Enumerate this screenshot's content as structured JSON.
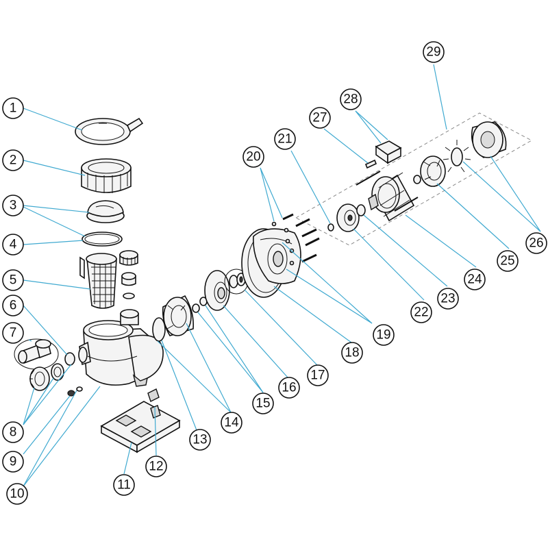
{
  "callouts": [
    {
      "id": "1",
      "label": "1"
    },
    {
      "id": "2",
      "label": "2"
    },
    {
      "id": "3",
      "label": "3"
    },
    {
      "id": "4",
      "label": "4"
    },
    {
      "id": "5",
      "label": "5"
    },
    {
      "id": "6",
      "label": "6"
    },
    {
      "id": "7",
      "label": "7"
    },
    {
      "id": "8",
      "label": "8"
    },
    {
      "id": "9",
      "label": "9"
    },
    {
      "id": "10",
      "label": "10"
    },
    {
      "id": "11",
      "label": "11"
    },
    {
      "id": "12",
      "label": "12"
    },
    {
      "id": "13",
      "label": "13"
    },
    {
      "id": "14",
      "label": "14"
    },
    {
      "id": "15",
      "label": "15"
    },
    {
      "id": "16",
      "label": "16"
    },
    {
      "id": "17",
      "label": "17"
    },
    {
      "id": "18",
      "label": "18"
    },
    {
      "id": "19",
      "label": "19"
    },
    {
      "id": "20",
      "label": "20"
    },
    {
      "id": "21",
      "label": "21"
    },
    {
      "id": "22",
      "label": "22"
    },
    {
      "id": "23",
      "label": "23"
    },
    {
      "id": "24",
      "label": "24"
    },
    {
      "id": "25",
      "label": "25"
    },
    {
      "id": "26",
      "label": "26"
    },
    {
      "id": "27",
      "label": "27"
    },
    {
      "id": "28",
      "label": "28"
    },
    {
      "id": "29",
      "label": "29"
    }
  ],
  "colors": {
    "leader": "#3fa9d0",
    "outline": "#111111",
    "background": "#ffffff"
  }
}
